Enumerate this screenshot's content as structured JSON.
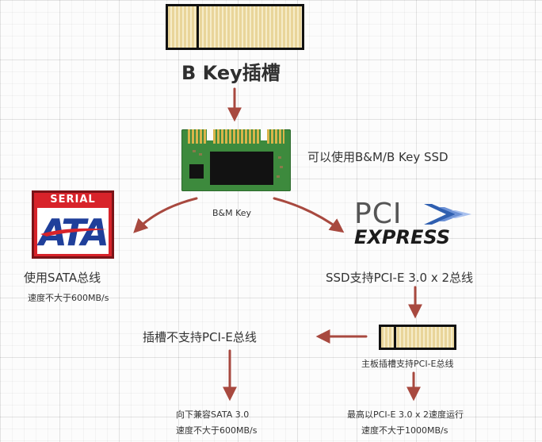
{
  "texts": {
    "bkey_slot_title": "B Key插槽",
    "bm_ssd_label": "可以使用B&M/B Key SSD",
    "bm_key": "B&M Key",
    "sata_bus": "使用SATA总线",
    "sata_speed": "速度不大于600MB/s",
    "pcie_bus": "SSD支持PCI-E 3.0 x 2总线",
    "slot_no_pcie": "插槽不支持PCI-E总线",
    "board_slot_pcie": "主板插槽支持PCI-E总线",
    "compat_sata_line1": "向下兼容SATA 3.0",
    "compat_sata_line2": "速度不大于600MB/s",
    "max_pcie_line1": "最高以PCI-E 3.0 x 2速度运行",
    "max_pcie_line2": "速度不大于1000MB/s"
  },
  "logos": {
    "sata_top": "SERIAL",
    "sata_main": "ATA",
    "pcie_top": "PCI",
    "pcie_bottom": "EXPRESS"
  },
  "colors": {
    "arrow": "#a8493f",
    "sata_red": "#d8232a",
    "sata_blue": "#1f3f9a",
    "pcie_blue": "#2f5fb0",
    "pcb_green": "#3d8a3d"
  }
}
